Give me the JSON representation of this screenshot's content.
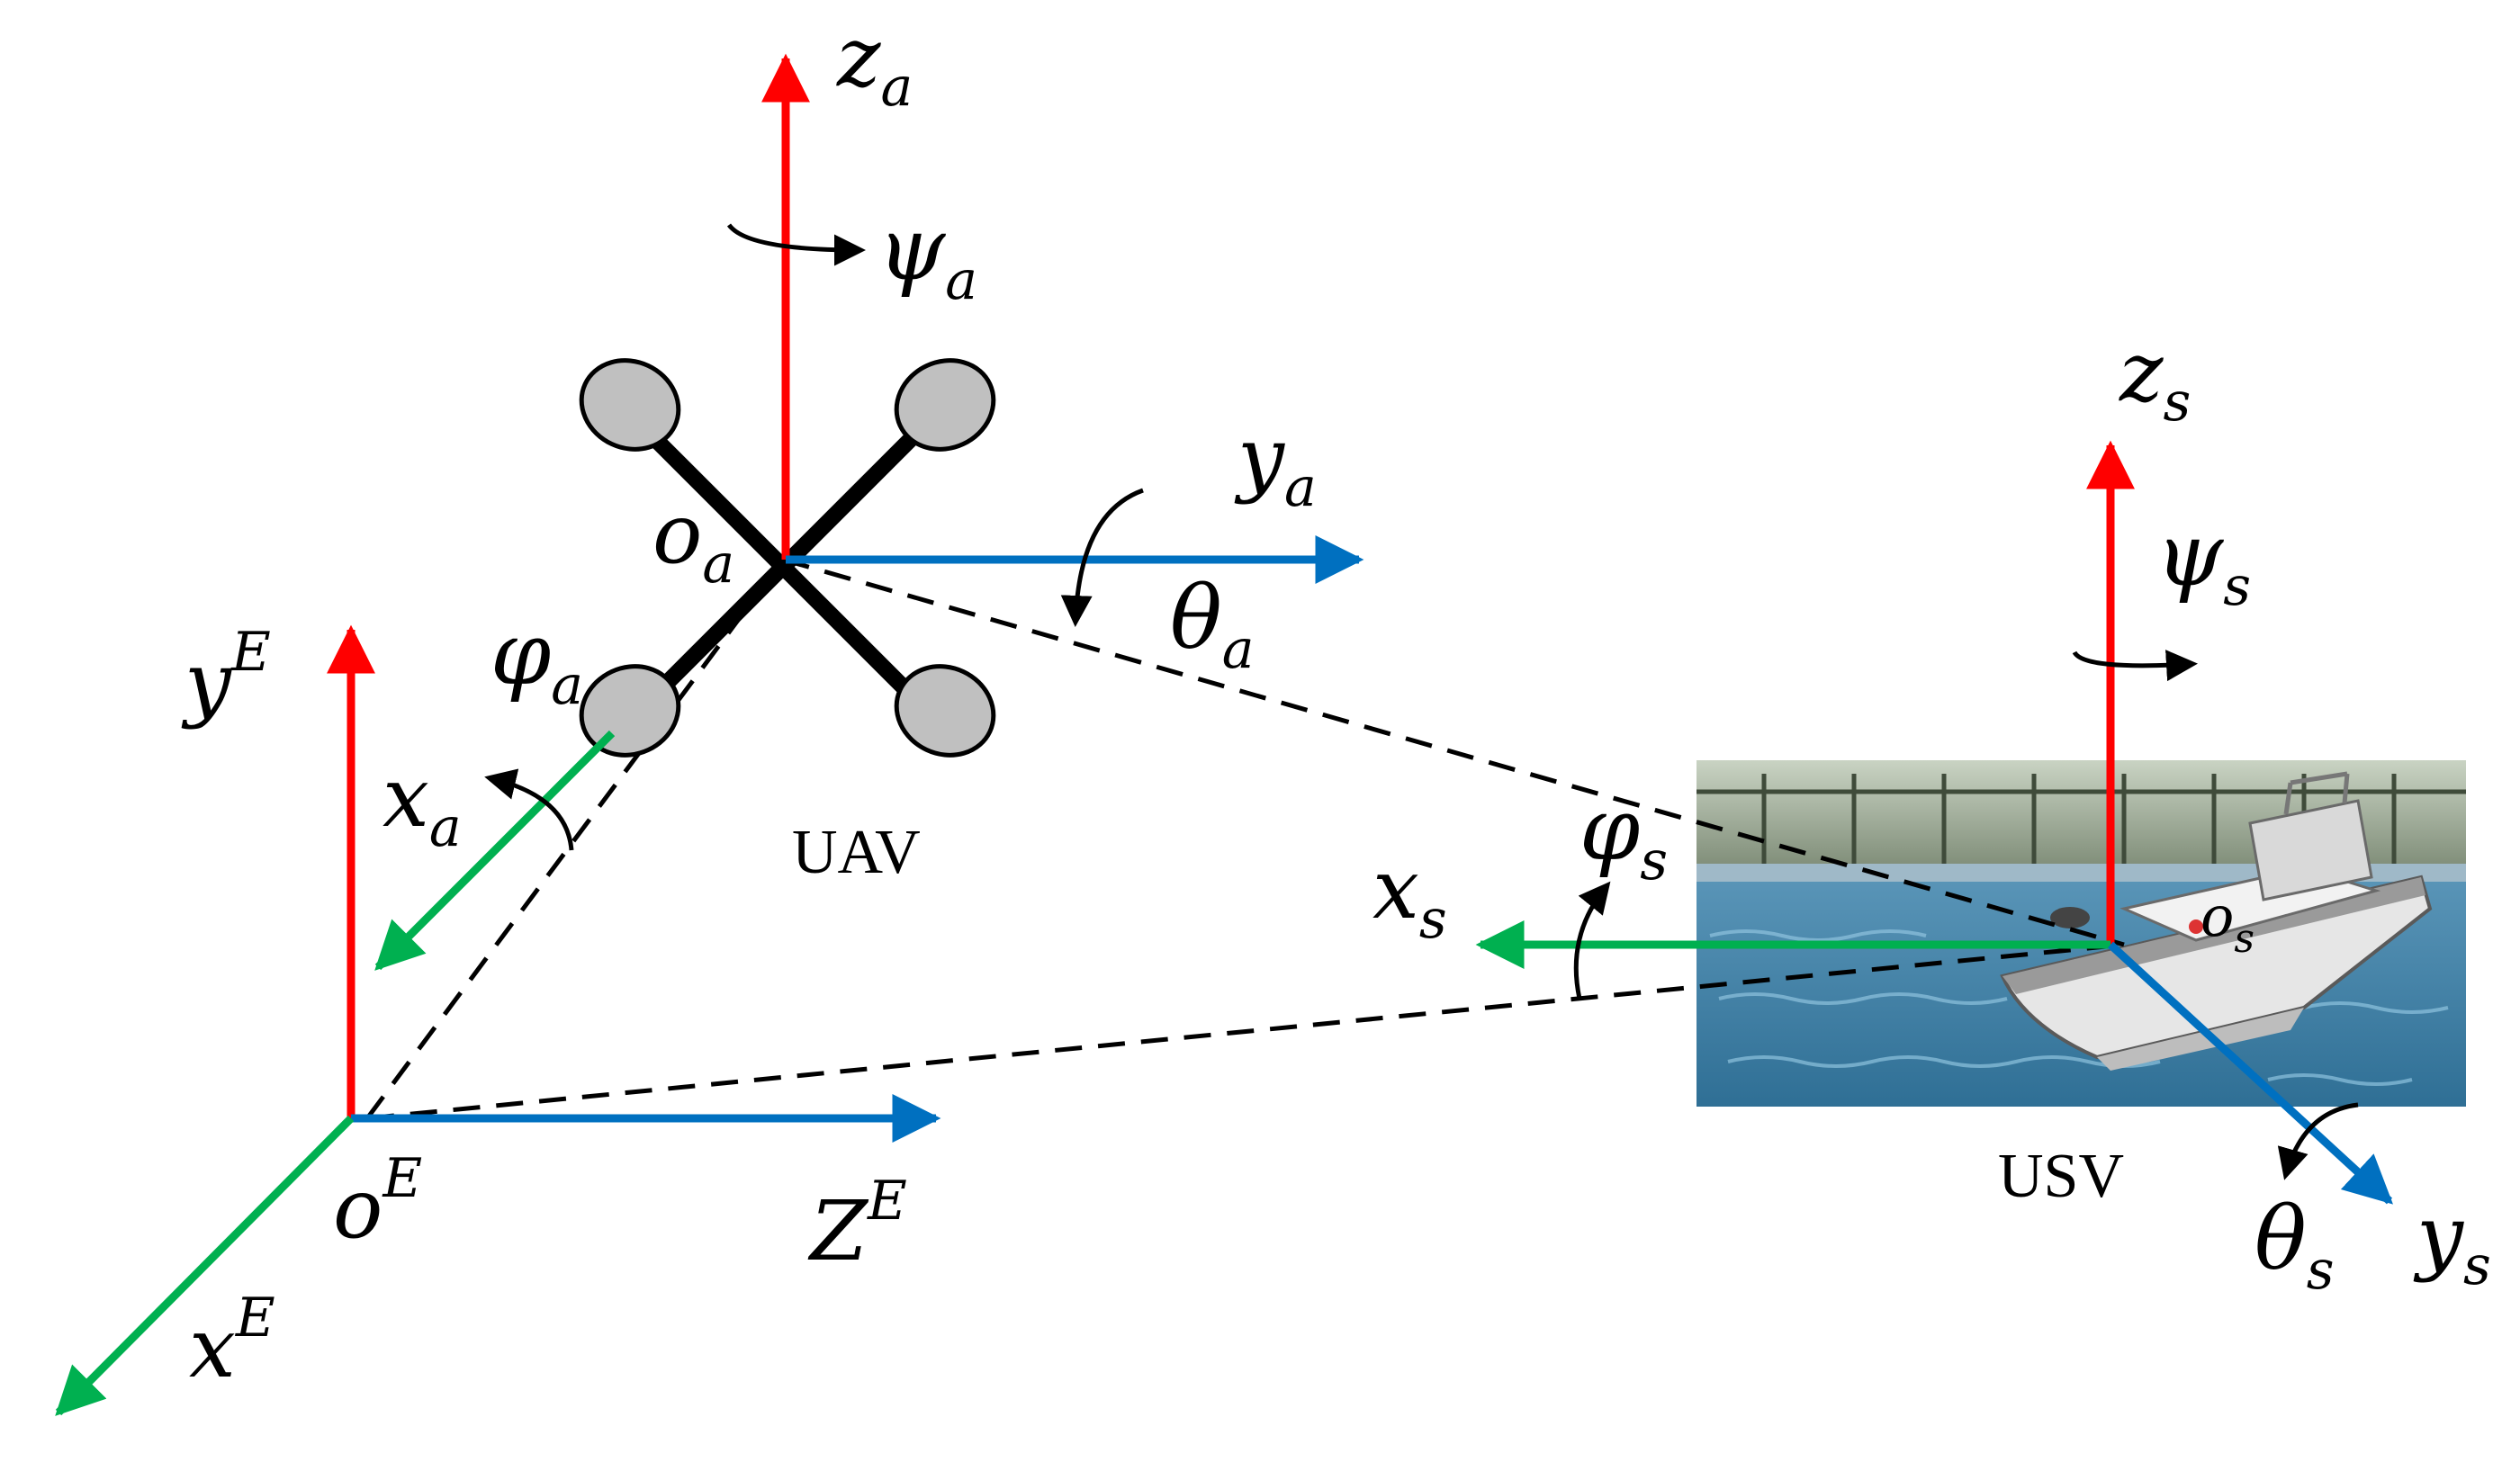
{
  "colors": {
    "axis_vertical": "#ff0000",
    "axis_longitudinal": "#00b050",
    "axis_lateral": "#0070c0",
    "rotor_fill": "#c0c0c0",
    "frame": "#000000"
  },
  "earth_frame": {
    "origin": {
      "base": "o",
      "sup": "E"
    },
    "x_axis": {
      "base": "x",
      "sup": "E"
    },
    "y_axis": {
      "base": "y",
      "sup": "E"
    },
    "z_axis": {
      "base": "Z",
      "sup": "E"
    }
  },
  "uav": {
    "caption": "UAV",
    "origin": {
      "base": "o",
      "sub": "a"
    },
    "x_axis": {
      "base": "x",
      "sub": "a"
    },
    "y_axis": {
      "base": "y",
      "sub": "a"
    },
    "z_axis": {
      "base": "z",
      "sub": "a"
    },
    "roll": {
      "base": "φ",
      "sub": "a"
    },
    "pitch": {
      "base": "θ",
      "sub": "a"
    },
    "yaw": {
      "base": "ψ",
      "sub": "a"
    }
  },
  "usv": {
    "caption": "USV",
    "origin": {
      "base": "o",
      "sub": "s"
    },
    "x_axis": {
      "base": "x",
      "sub": "s"
    },
    "y_axis": {
      "base": "y",
      "sub": "s"
    },
    "z_axis": {
      "base": "z",
      "sub": "s"
    },
    "roll": {
      "base": "φ",
      "sub": "s"
    },
    "pitch": {
      "base": "θ",
      "sub": "s"
    },
    "yaw": {
      "base": "ψ",
      "sub": "s"
    }
  }
}
